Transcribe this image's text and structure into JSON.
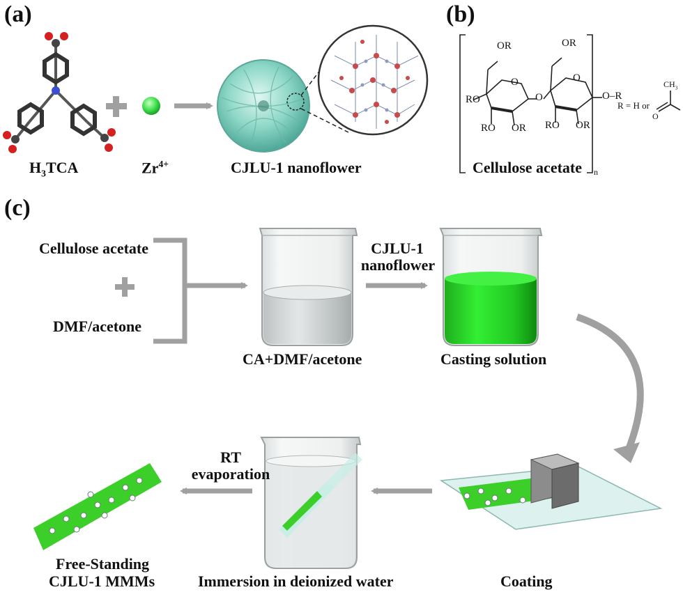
{
  "panels": {
    "a": "(a)",
    "b": "(b)",
    "c": "(c)"
  },
  "panel_a": {
    "h3tca_main": "H",
    "h3tca_sub": "3",
    "h3tca_rest": "TCA",
    "zr_main": "Zr",
    "zr_sup": "4+",
    "nanoflower_label": "CJLU-1 nanoflower"
  },
  "panel_b": {
    "title": "Cellulose acetate",
    "or": "OR",
    "ro": "RO",
    "o": "O",
    "r": "R",
    "n": "n",
    "r_def": "R = H or",
    "ch3_main": "CH",
    "ch3_sub": "3"
  },
  "panel_c": {
    "input_1": "Cellulose acetate",
    "input_2": "DMF/acetone",
    "beaker1_label": "CA+DMF/acetone",
    "arrow_label_1": "CJLU-1",
    "arrow_label_2": "nanoflower",
    "beaker2_label": "Casting solution",
    "coating_label": "Coating",
    "immersion_label": "Immersion in deionized water",
    "evap_label_1": "RT",
    "evap_label_2": "evaporation",
    "final_label_1": "Free-Standing",
    "final_label_2": "CJLU-1  MMMs"
  },
  "colors": {
    "membrane_green": "#3ccf2a",
    "solution_green": "#22dd22",
    "arrow_gray": "#a0a0a0",
    "ball_green": "#3ee04a",
    "flower_teal": "#8fd8c8"
  }
}
